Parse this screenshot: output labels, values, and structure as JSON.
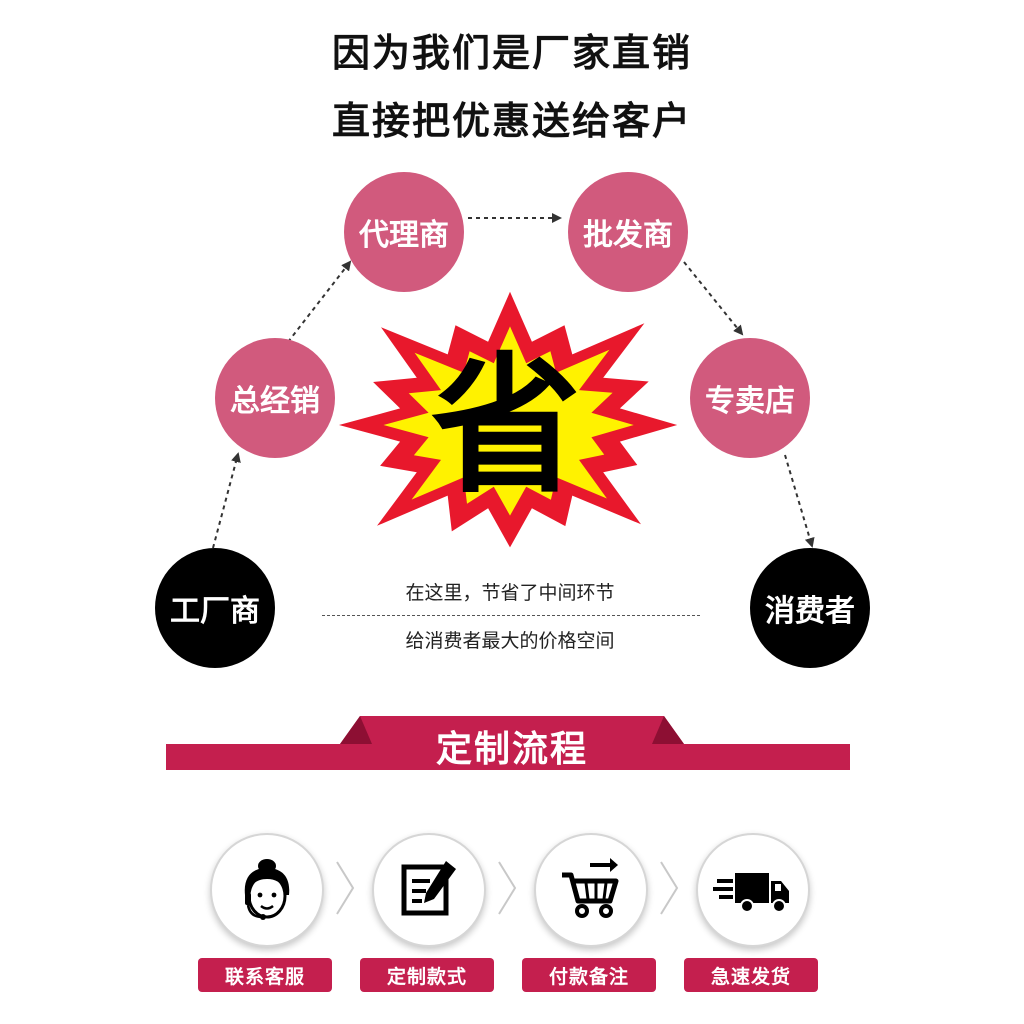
{
  "headline": {
    "line1": "因为我们是厂家直销",
    "line2": "直接把优惠送给客户"
  },
  "flow": {
    "nodes": {
      "factory": "工厂商",
      "distributor": "总经销",
      "agent": "代理商",
      "wholesaler": "批发商",
      "store": "专卖店",
      "consumer": "消费者"
    },
    "center_badge": "省",
    "caption_line1": "在这里，节省了中间环节",
    "caption_line2": "给消费者最大的价格空间"
  },
  "process": {
    "title": "定制流程",
    "steps": [
      {
        "icon": "customer-service-icon",
        "label": "联系客服"
      },
      {
        "icon": "edit-form-icon",
        "label": "定制款式"
      },
      {
        "icon": "shopping-cart-icon",
        "label": "付款备注"
      },
      {
        "icon": "delivery-truck-icon",
        "label": "急速发货"
      }
    ]
  },
  "colors": {
    "pink_node": "#d15a7d",
    "banner_red": "#c41f4e",
    "burst_red": "#e8182c",
    "burst_yellow": "#fff200"
  }
}
